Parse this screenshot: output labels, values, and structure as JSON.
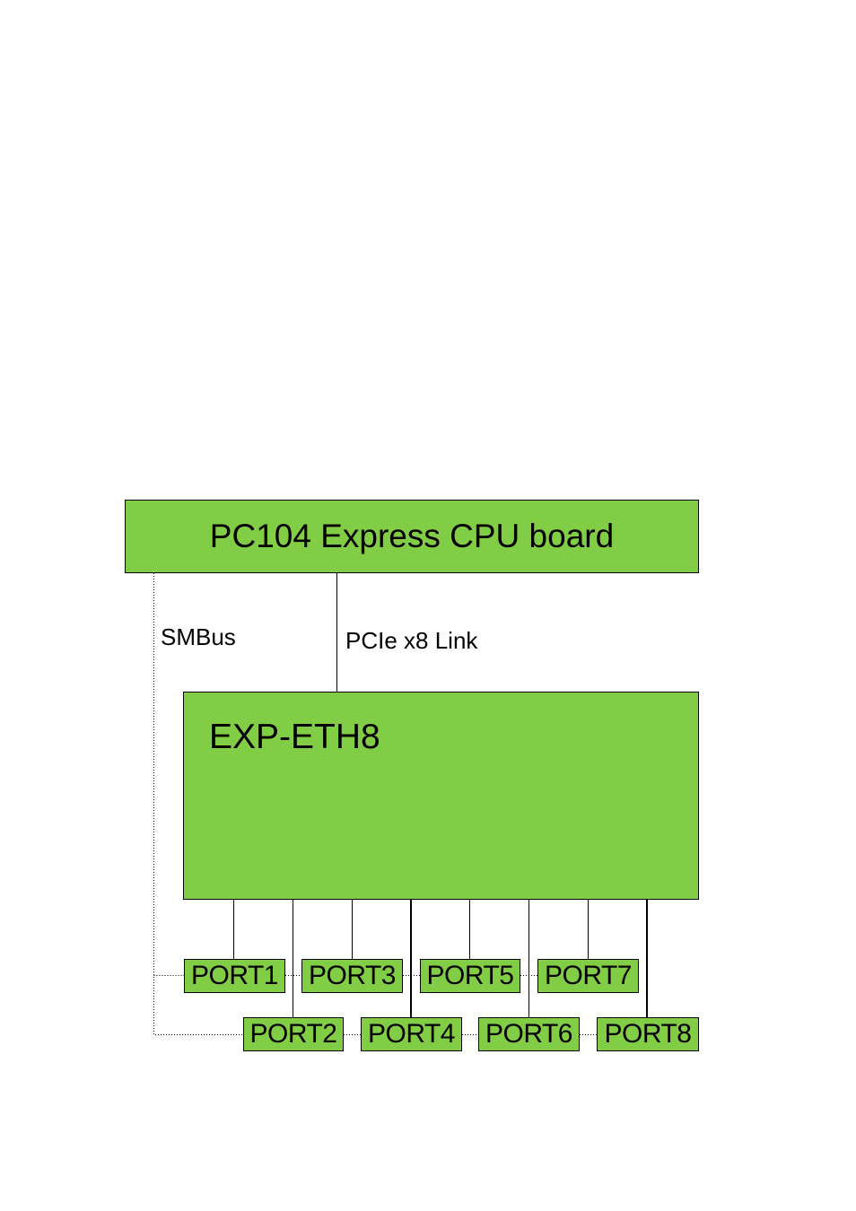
{
  "cpu_board": {
    "label": "PC104 Express CPU board"
  },
  "module": {
    "label": "EXP-ETH8"
  },
  "links": {
    "smbus": "SMBus",
    "pcie": "PCIe x8 Link"
  },
  "ports": {
    "row1": [
      "PORT1",
      "PORT3",
      "PORT5",
      "PORT7"
    ],
    "row2": [
      "PORT2",
      "PORT4",
      "PORT6",
      "PORT8"
    ]
  },
  "colors": {
    "box_fill": "#82cd46",
    "line": "#000000"
  }
}
